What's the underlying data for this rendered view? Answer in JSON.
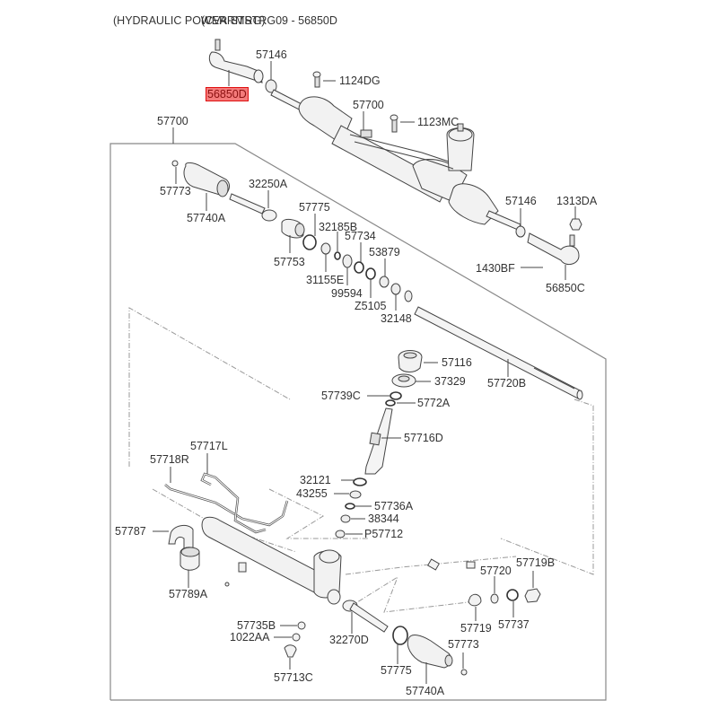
{
  "header": {
    "title_a": "(HYDRAULIC POWER STRG)",
    "title_b": "(CVARMSTRG09 - 56850D"
  },
  "highlight": {
    "part_number": "56850D",
    "fill_color": "#f47a7a",
    "border_color": "#e01010"
  },
  "labels": {
    "p57146_top": "57146",
    "p56850D": "56850D",
    "p1124DG": "1124DG",
    "p57700_top": "57700",
    "p1123MC": "1123MC",
    "p57700_frame": "57700",
    "p57146_right": "57146",
    "p1313DA": "1313DA",
    "p1430BF": "1430BF",
    "p56850C": "56850C",
    "p57773_a": "57773",
    "p57740A_a": "57740A",
    "p32250A": "32250A",
    "p57775_a": "57775",
    "p32185B": "32185B",
    "p57734": "57734",
    "p57753": "57753",
    "p53879": "53879",
    "p31155E": "31155E",
    "p99594": "99594",
    "pZ5105": "Z5105",
    "p32148": "32148",
    "p57116": "57116",
    "p37329": "37329",
    "p57739C": "57739C",
    "p5772A": "5772A",
    "p57720B": "57720B",
    "p57716D": "57716D",
    "p57717L": "57717L",
    "p57718R": "57718R",
    "p32121": "32121",
    "p43255": "43255",
    "p57736A": "57736A",
    "p38344": "38344",
    "p57787": "57787",
    "pP57712": "P57712",
    "p57789A": "57789A",
    "p57720": "57720",
    "p57719B": "57719B",
    "p57719": "57719",
    "p57737": "57737",
    "p57735B": "57735B",
    "p1022AA": "1022AA",
    "p32270D": "32270D",
    "p57773_b": "57773",
    "p57713C": "57713C",
    "p57775_b": "57775",
    "p57740A_b": "57740A"
  }
}
